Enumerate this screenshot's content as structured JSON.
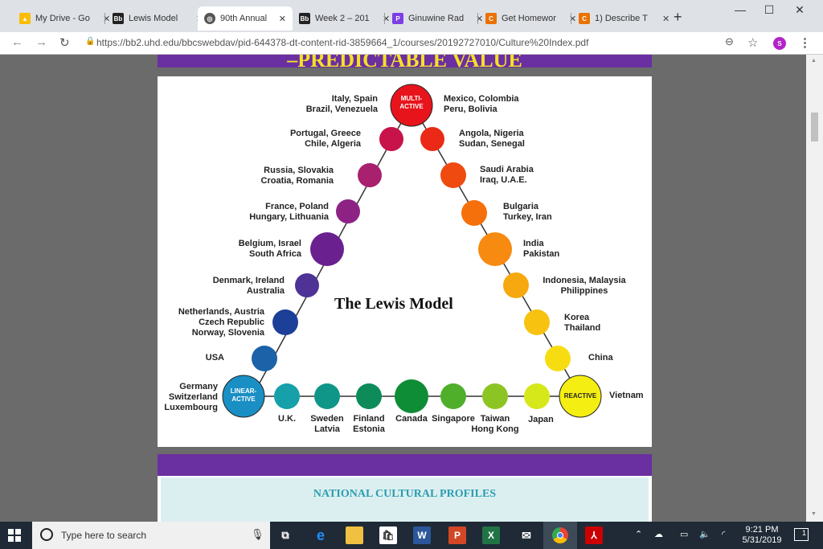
{
  "browser": {
    "tabs": [
      {
        "label": "My Drive - Go",
        "icon": "google-drive-icon"
      },
      {
        "label": "Lewis Model",
        "icon": "blackboard-icon"
      },
      {
        "label": "90th Annual",
        "icon": "globe-icon"
      },
      {
        "label": "Week 2 – 201",
        "icon": "blackboard-icon"
      },
      {
        "label": "Ginuwine Rad",
        "icon": "pandora-icon"
      },
      {
        "label": "Get Homewor",
        "icon": "chegg-icon"
      },
      {
        "label": "1) Describe T",
        "icon": "chegg-icon"
      }
    ],
    "url": "https://bb2.uhd.edu/bbcswebdav/pid-644378-dt-content-rid-3859664_1/courses/20192727010/Culture%20Index.pdf",
    "profile_initial": "S"
  },
  "document": {
    "banner_text": "–PREDICTABLE VALUE",
    "diagram_title": "The Lewis Model",
    "nodes": {
      "multi_active": "MULTI-\nACTIVE",
      "linear_active": "LINEAR-\nACTIVE",
      "reactive": "REACTIVE"
    },
    "labels": {
      "italy": "Italy, Spain\nBrazil, Venezuela",
      "portugal": "Portugal, Greece\nChile, Algeria",
      "russia": "Russia, Slovakia\nCroatia, Romania",
      "france": "France, Poland\nHungary, Lithuania",
      "belgium": "Belgium, Israel\nSouth Africa",
      "denmark": "Denmark, Ireland\nAustralia",
      "netherlands": "Netherlands, Austria\nCzech Republic\nNorway, Slovenia",
      "usa": "USA",
      "germany": "Germany\nSwitzerland\nLuxembourg",
      "mexico": "Mexico, Colombia\nPeru, Bolivia",
      "angola": "Angola, Nigeria\nSudan, Senegal",
      "saudi": "Saudi Arabia\nIraq, U.A.E.",
      "bulgaria": "Bulgaria\nTurkey, Iran",
      "india": "India\nPakistan",
      "indonesia": "Indonesia, Malaysia\nPhilippines",
      "korea": "Korea\nThailand",
      "china": "China",
      "vietnam": "Vietnam",
      "uk": "U.K.",
      "sweden": "Sweden\nLatvia",
      "finland": "Finland\nEstonia",
      "canada": "Canada",
      "singapore": "Singapore",
      "taiwan": "Taiwan\nHong Kong",
      "japan": "Japan"
    },
    "next_slide_title": "NATIONAL CULTURAL PROFILES"
  },
  "taskbar": {
    "search_placeholder": "Type here to search",
    "time": "9:21 PM",
    "date": "5/31/2019",
    "notification_count": "1"
  },
  "colors": {
    "banner_purple": "#6a2fa0",
    "banner_text_yellow": "#f5e028",
    "multi_active_red": "#e8141c",
    "linear_active_blue": "#1a8fc4",
    "reactive_yellow": "#f5ee12"
  }
}
